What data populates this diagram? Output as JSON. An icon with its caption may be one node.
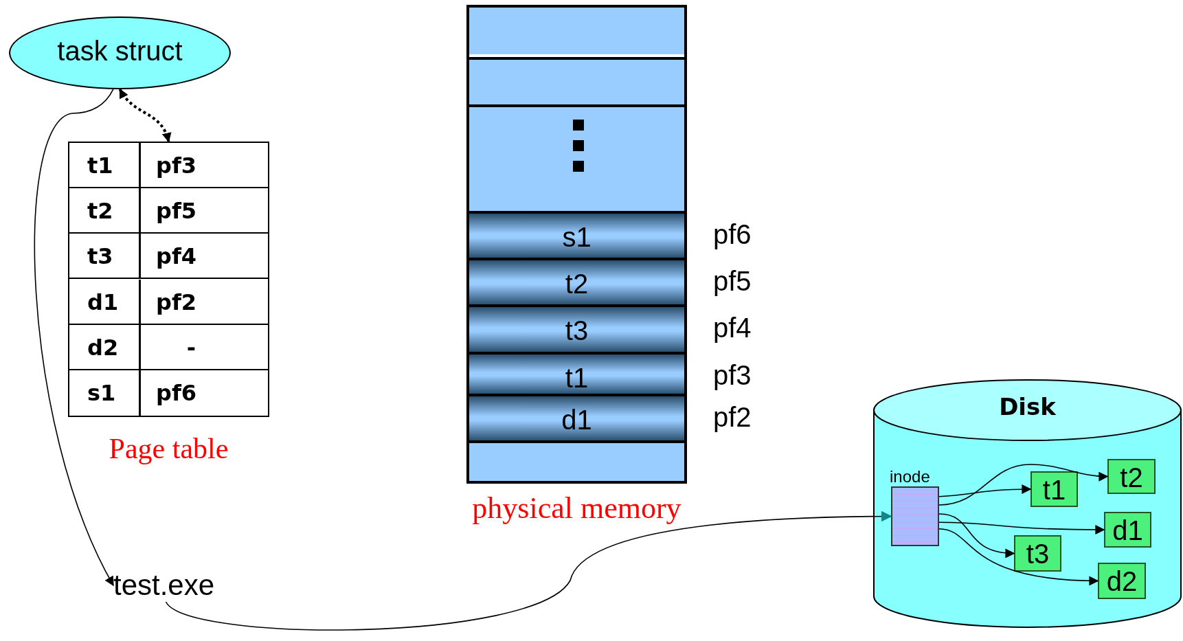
{
  "diagram": {
    "nodes": [
      {
        "text": [
          "task struct"
        ]
      },
      {
        "text": [],
        "shape": "box",
        "beside": [
          "Page table"
        ]
      },
      {
        "text": [],
        "shape": "box",
        "beside": [
          "physical memory"
        ]
      },
      {
        "text": [],
        "shape": "box",
        "in": 2
      },
      {
        "text": [],
        "shape": "box",
        "in": 2
      },
      {
        "text": [],
        "shape": "box",
        "in": 2
      },
      {
        "text": [
          "s1"
        ],
        "in": 2,
        "beside": [
          "pf6"
        ]
      },
      {
        "text": [
          "t2"
        ],
        "in": 2,
        "beside": [
          "pf5"
        ]
      },
      {
        "text": [
          "t3"
        ],
        "in": 2,
        "beside": [
          "pf4"
        ]
      },
      {
        "text": [
          "t1"
        ],
        "in": 2,
        "beside": [
          "pf3"
        ]
      },
      {
        "text": [
          "d1"
        ],
        "in": 2,
        "beside": [
          "pf2"
        ]
      },
      {
        "text": [],
        "shape": "box",
        "in": 2
      },
      {
        "text": [
          "test.exe"
        ]
      },
      {
        "text": [
          "Disk"
        ]
      },
      {
        "text": [
          "inode"
        ],
        "in": 13
      },
      {
        "text": [
          "t1"
        ],
        "in": 13
      },
      {
        "text": [
          "t2"
        ],
        "in": 13
      },
      {
        "text": [
          "d1"
        ],
        "in": 13
      },
      {
        "text": [
          "t3"
        ],
        "in": 13
      },
      {
        "text": [
          "d2"
        ],
        "in": 13
      }
    ],
    "edges": [
      {
        "from": 0,
        "to": 1,
        "arrow": "both",
        "style": "dashed"
      },
      {
        "from": 0,
        "to": 12,
        "arrow": "to"
      },
      {
        "from": 12,
        "to": 14,
        "arrow": "to"
      },
      {
        "from": 14,
        "to": 15,
        "arrow": "to"
      },
      {
        "from": 14,
        "to": 16,
        "arrow": "to"
      },
      {
        "from": 14,
        "to": 18,
        "arrow": "to"
      },
      {
        "from": 14,
        "to": 17,
        "arrow": "to"
      },
      {
        "from": 14,
        "to": 19,
        "arrow": "to"
      }
    ],
    "labels": [
      "t1",
      "pf3",
      "t2",
      "pf5",
      "t3",
      "pf4",
      "d1",
      "pf2",
      "d2",
      "-",
      "s1",
      "pf6"
    ]
  }
}
